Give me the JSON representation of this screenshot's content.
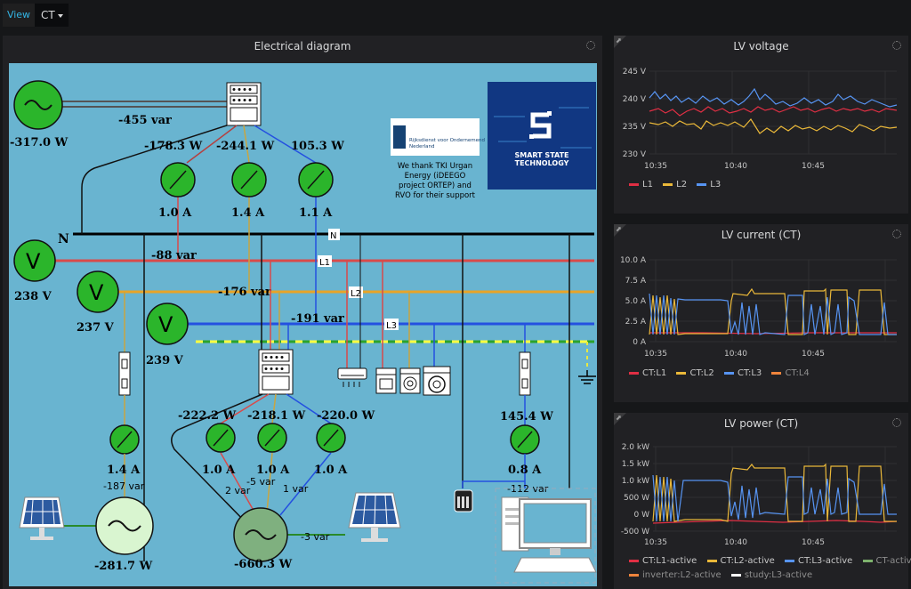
{
  "topbar": {
    "view_label": "View",
    "selector_value": "CT"
  },
  "diagram": {
    "title": "Electrical diagram",
    "sponsor_text": [
      "We thank TKI Urgan",
      "Energy (iDEEGO",
      "project ORTEP) and",
      "RVO for their support"
    ],
    "rvo_logo_text": [
      "Rijksdienst voor Ondernemend",
      "Nederland"
    ],
    "sst_logo_text": [
      "SMART STATE",
      "TECHNOLOGY"
    ],
    "labels": {
      "grid_var": "-455 var",
      "grid_w": "-317.0 W",
      "l1_w": "-178.3 W",
      "l2_w": "-244.1 W",
      "l3_w": "105.3 W",
      "l1_a": "1.0 A",
      "l2_a": "1.4 A",
      "l3_a": "1.1 A",
      "n": "N",
      "n_tag": "N",
      "l1_tag": "L1",
      "l2_tag": "L2",
      "l3_tag": "L3",
      "v1": "238 V",
      "v2": "237 V",
      "v3": "239 V",
      "var_l1": "-88 var",
      "var_l2": "-176 var",
      "var_l3": "-191 var",
      "inv_w1": "-222.2 W",
      "inv_w2": "-218.1 W",
      "inv_w3": "-220.0 W",
      "inv_a1": "1.0 A",
      "inv_a2": "1.0 A",
      "inv_a3": "1.0 A",
      "inv_v1": "2 var",
      "inv_v2": "-5 var",
      "inv_v3": "1 var",
      "solar1_a": "1.4 A",
      "solar1_var": "-187 var",
      "solar1_w": "-281.7 W",
      "solar2_var": "-3 var",
      "solar2_w": "-660.3 W",
      "pc_w": "145.4 W",
      "pc_a": "0.8 A",
      "pc_var": "-112 var",
      "v_symbol": "V"
    }
  },
  "panels": [
    {
      "id": "lv-voltage",
      "title": "LV voltage",
      "y_ticks": [
        "245 V",
        "240 V",
        "235 V",
        "230 V"
      ],
      "x_ticks": [
        "10:35",
        "10:40",
        "10:45"
      ],
      "legend": [
        {
          "name": "L1",
          "color": "#e02f44"
        },
        {
          "name": "L2",
          "color": "#eab839"
        },
        {
          "name": "L3",
          "color": "#5794f2"
        }
      ]
    },
    {
      "id": "lv-current",
      "title": "LV current (CT)",
      "y_ticks": [
        "10.0 A",
        "7.5 A",
        "5.0 A",
        "2.5 A",
        "0 A"
      ],
      "x_ticks": [
        "10:35",
        "10:40",
        "10:45"
      ],
      "legend": [
        {
          "name": "CT:L1",
          "color": "#e02f44"
        },
        {
          "name": "CT:L2",
          "color": "#eab839"
        },
        {
          "name": "CT:L3",
          "color": "#5794f2"
        },
        {
          "name": "CT:L4",
          "color": "#ef843c",
          "dim": true
        }
      ]
    },
    {
      "id": "lv-power",
      "title": "LV power (CT)",
      "y_ticks": [
        "2.0 kW",
        "1.5 kW",
        "1.0 kW",
        "500 W",
        "0 W",
        "-500 W"
      ],
      "x_ticks": [
        "10:35",
        "10:40",
        "10:45"
      ],
      "legend": [
        {
          "name": "CT:L1-active",
          "color": "#e02f44"
        },
        {
          "name": "CT:L2-active",
          "color": "#eab839"
        },
        {
          "name": "CT:L3-active",
          "color": "#5794f2"
        },
        {
          "name": "CT-active-sum",
          "color": "#7eb26d",
          "dim": true
        },
        {
          "name": "inverter:L2-active",
          "color": "#ef843c",
          "dim": true
        },
        {
          "name": "study:L3-active",
          "color": "#ffffff",
          "dim": true
        }
      ]
    }
  ]
}
